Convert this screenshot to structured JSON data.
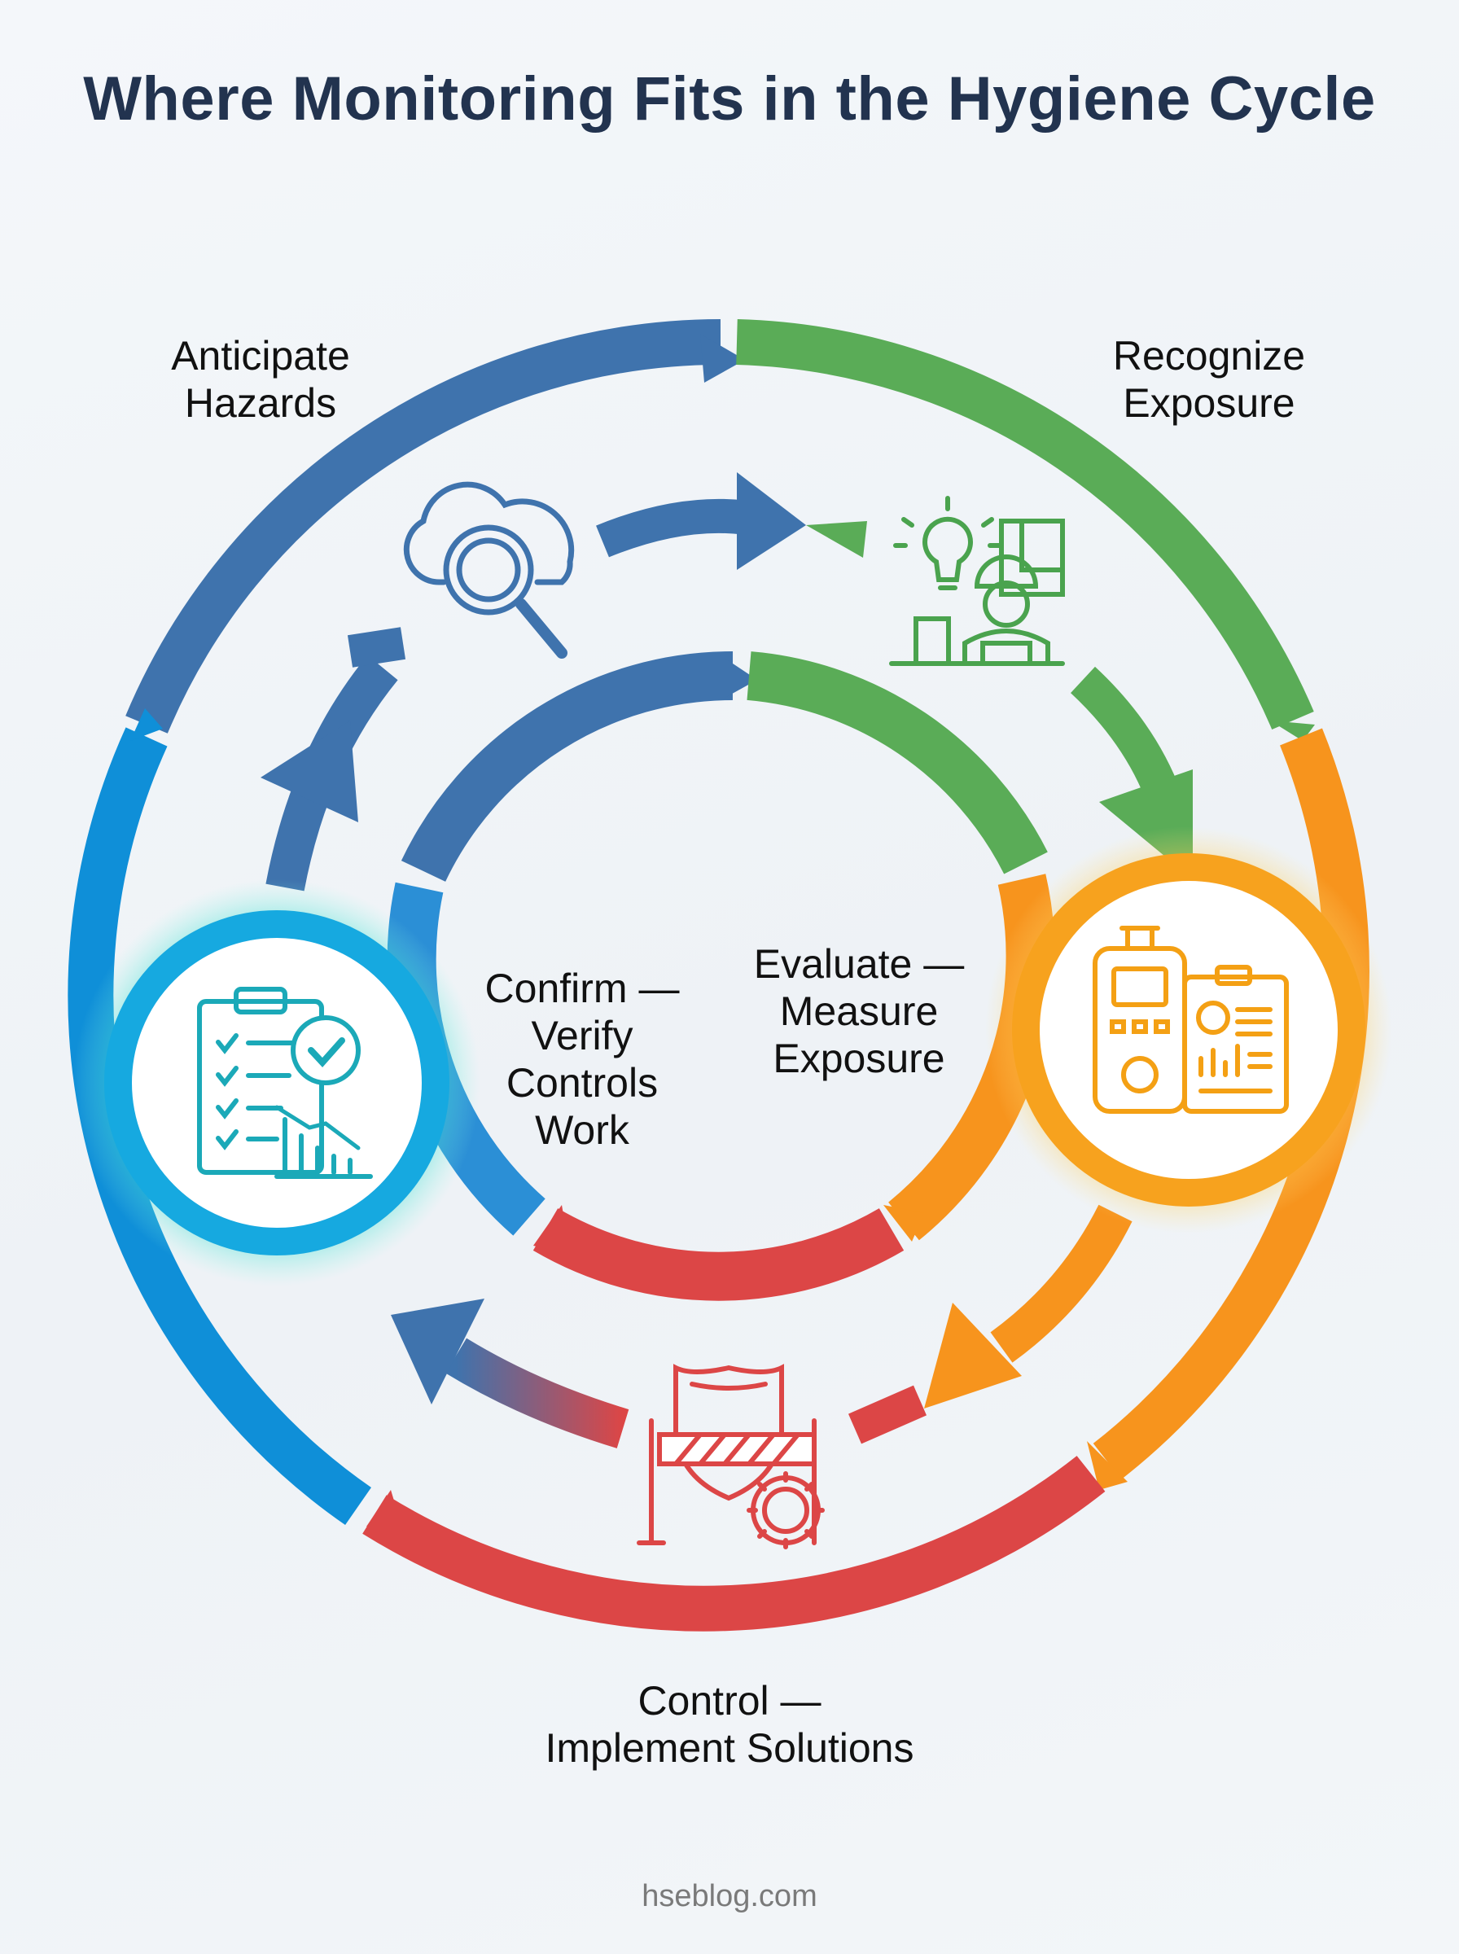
{
  "title": "Where Monitoring Fits in the Hygiene Cycle",
  "stages": {
    "anticipate": "Anticipate\nHazards",
    "recognize": "Recognize\nExposure",
    "evaluate": "Evaluate —\nMeasure\nExposure",
    "control": "Control —\nImplement Solutions",
    "confirm": "Confirm —\nVerify\nControls\nWork"
  },
  "colors": {
    "blue": "#3f73ad",
    "green": "#5aac57",
    "orange": "#f7941d",
    "red": "#dc4646",
    "cyan": "#0f8fd8",
    "title": "#22334f"
  },
  "icons": {
    "anticipate": "cloud-search-icon",
    "recognize": "worker-lightbulb-icon",
    "evaluate": "measurement-device-icon",
    "control": "barrier-shield-gear-icon",
    "confirm": "checklist-chart-icon"
  },
  "footer": "hseblog.com"
}
